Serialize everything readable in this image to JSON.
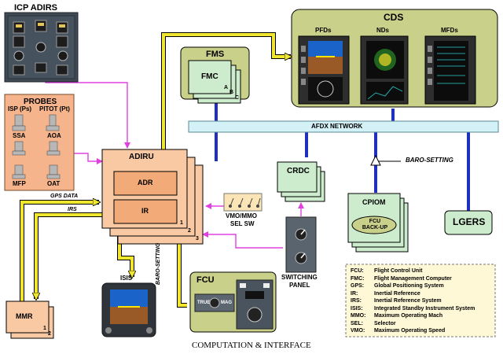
{
  "nodes": {
    "icp_adirs": "ICP ADIRS",
    "cds": "CDS",
    "pfds": "PFDs",
    "nds": "NDs",
    "mfds": "MFDs",
    "fms": "FMS",
    "fmc": "FMC",
    "fmc_a": "A",
    "fmc_b": "B",
    "fmc_c": "C",
    "probes": "PROBES",
    "isp": "ISP (Ps)",
    "pitot": "PITOT (Pt)",
    "ssa": "SSA",
    "aoa": "AOA",
    "mfp": "MFP",
    "oat": "OAT",
    "afdx": "AFDX NETWORK",
    "adiru": "ADIRU",
    "adr": "ADR",
    "ir": "IR",
    "adiru_1": "1",
    "adiru_2": "2",
    "adiru_3": "3",
    "crdc": "CRDC",
    "cpiom": "CPIOM",
    "fcu_backup": "FCU BACK-UP",
    "lgers": "LGERS",
    "baro_setting_right": "BARO-SETTING",
    "baro_setting_left": "BARO-SETTING",
    "gps_data": "GPS DATA",
    "irs": "IRS",
    "vmo_mmo": "VMO/MMO",
    "sel_sw": "SEL SW",
    "switching": "SWITCHING",
    "panel": "PANEL",
    "isis": "ISIS",
    "mmr": "MMR",
    "mmr_1": "1",
    "mmr_2": "2",
    "fcu": "FCU",
    "fcu_true": "TRUE",
    "fcu_mag": "MAG",
    "caption": "COMPUTATION & INTERFACE"
  },
  "legend": [
    {
      "abbr": "FCU:",
      "text": "Flight Control Unit"
    },
    {
      "abbr": "FMC:",
      "text": "Flight Management Computer"
    },
    {
      "abbr": "GPS:",
      "text": "Global Positioning System"
    },
    {
      "abbr": "IR:",
      "text": "Inertial Reference"
    },
    {
      "abbr": "IRS:",
      "text": "Inertial Reference System"
    },
    {
      "abbr": "ISIS:",
      "text": "Integrated Standby Instrument System"
    },
    {
      "abbr": "MMO:",
      "text": "Maximum Operating Mach"
    },
    {
      "abbr": "SEL:",
      "text": "Selector"
    },
    {
      "abbr": "VMO:",
      "text": "Maximum Operating Speed"
    }
  ],
  "colors": {
    "probes_fill": "#f5b48c",
    "adiru_fill": "#f9c9a4",
    "olive_fill": "#c9d089",
    "green_fill": "#cdeccd",
    "afdx_fill": "#d3f1f6",
    "bus_blue": "#1f2fbf",
    "data_yellow": "#f0e630",
    "magenta_line": "#e040e0",
    "legend_fill": "#fff8d6"
  }
}
